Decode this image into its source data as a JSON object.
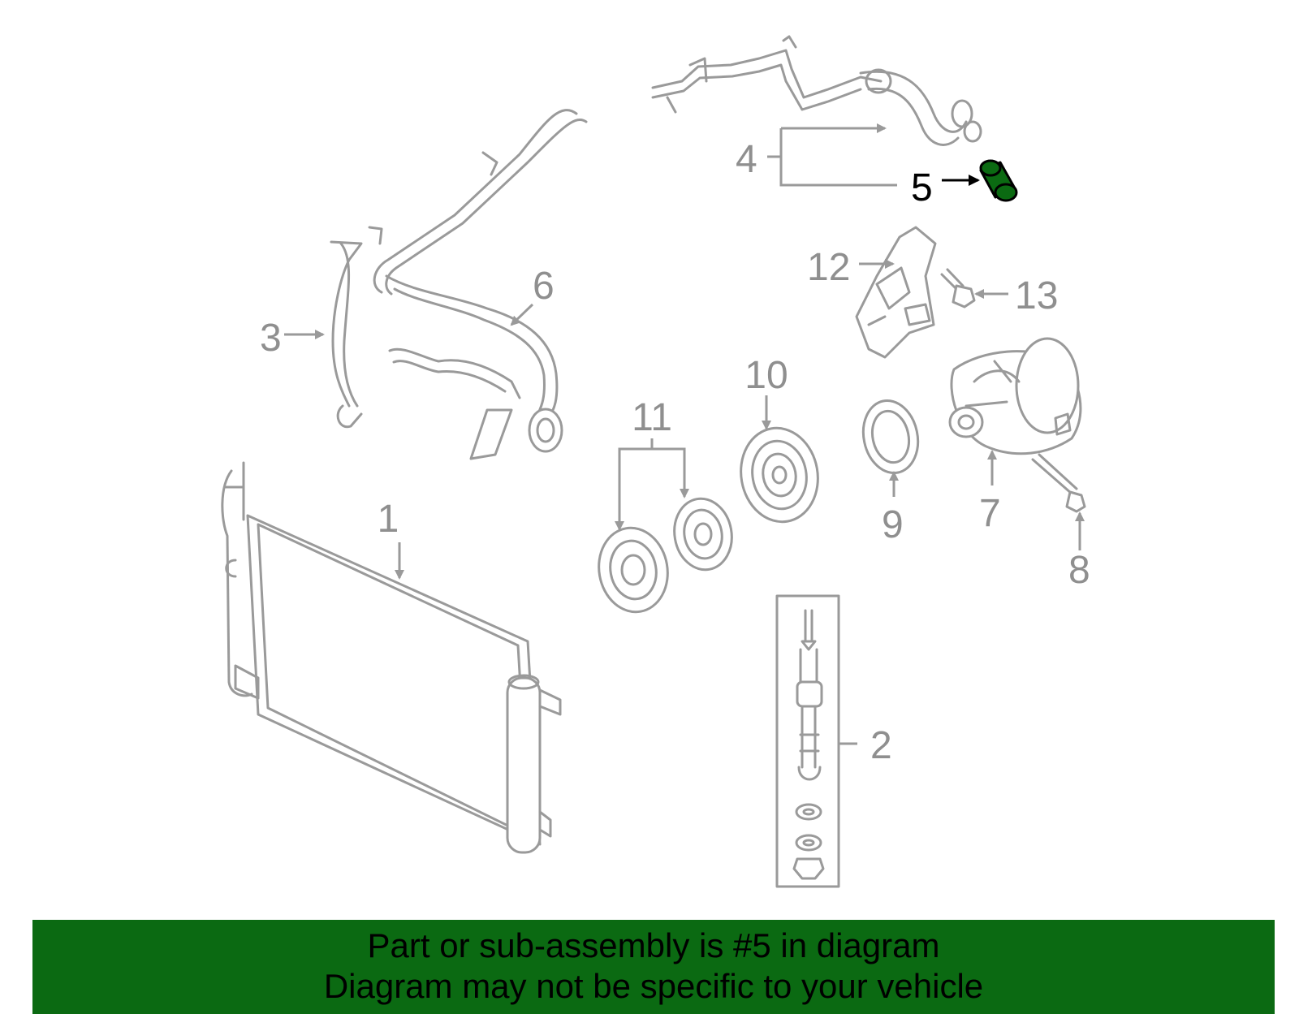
{
  "callouts": {
    "c1": "1",
    "c2": "2",
    "c3": "3",
    "c4": "4",
    "c5": "5",
    "c6": "6",
    "c7": "7",
    "c8": "8",
    "c9": "9",
    "c10": "10",
    "c11": "11",
    "c12": "12",
    "c13": "13"
  },
  "highlight_color": "#0b6a12",
  "banner": {
    "line1": "Part or sub-assembly is #5 in diagram",
    "line2": "Diagram may not be specific to your vehicle"
  }
}
